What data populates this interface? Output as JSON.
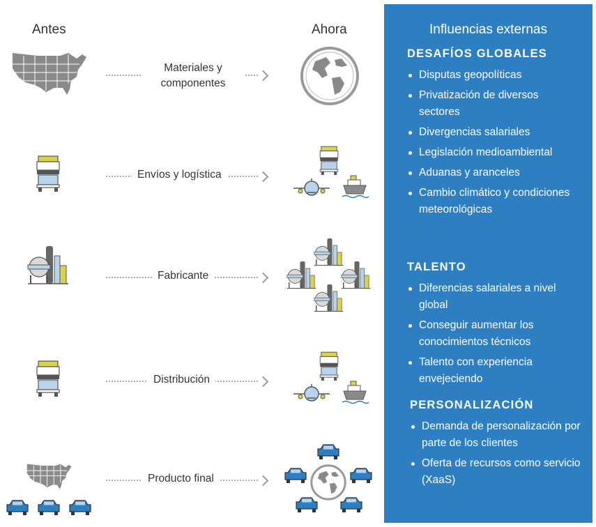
{
  "headers": {
    "before": "Antes",
    "after": "Ahora"
  },
  "rows": [
    {
      "label": "Materiales y componentes"
    },
    {
      "label": "Envíos y logística"
    },
    {
      "label": "Fabricante"
    },
    {
      "label": "Distribución"
    },
    {
      "label": "Producto final"
    }
  ],
  "panel": {
    "title": "Influencias externas",
    "sections": [
      {
        "heading": "DESAFÍOS GLOBALES",
        "items": [
          "Disputas geopolíticas",
          "Privatización de diversos sectores",
          "Divergencias salariales",
          "Legislación medioambiental",
          "Aduanas y aranceles",
          "Cambio climático y condiciones meteorológicas"
        ]
      },
      {
        "heading": "TALENTO",
        "items": [
          "Diferencias salariales a nivel global",
          "Conseguir aumentar los conocimientos técnicos",
          "Talento con experiencia envejeciendo"
        ]
      },
      {
        "heading": "PERSONALIZACIÓN",
        "items": [
          "Demanda de personalización por parte de los clientes",
          "Oferta de recursos como servicio (XaaS)"
        ]
      }
    ]
  },
  "colors": {
    "panel": "#2d7fc1",
    "yellow": "#d9d24a",
    "blue_car": "#2d7fc1",
    "gray_icon": "#8a8a8a",
    "light_blue": "#b8d4ec"
  }
}
